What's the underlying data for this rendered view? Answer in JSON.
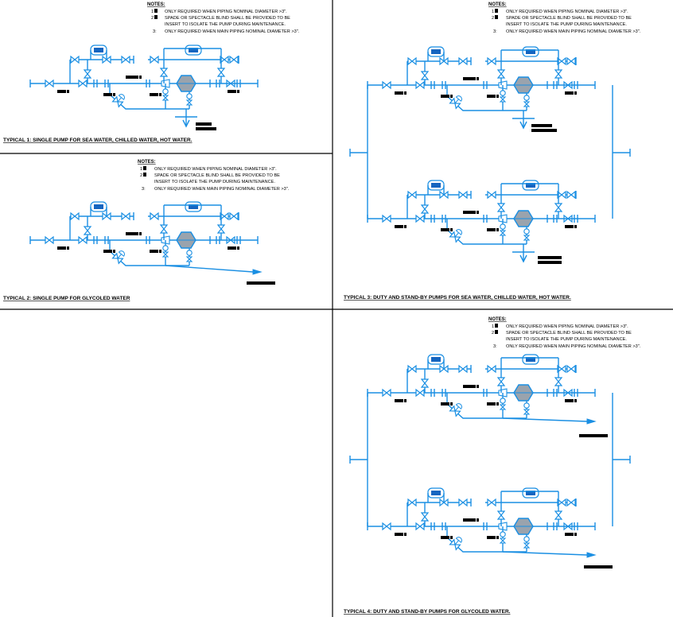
{
  "notes": {
    "heading": "NOTES:",
    "n1_num": "1",
    "n1": "ONLY REQUIRED WHEN PIPING NOMINAL DIAMETER >3\".",
    "n2_num": "2",
    "n2a": "SPADE OR SPECTACLE BLIND SHALL BE PROVIDED TO BE",
    "n2b": "INSERT TO ISOLATE THE PUMP DURING MAINTENANCE.",
    "n3_num": "3:",
    "n3": "ONLY REQUIRED WHEN MAIN PIPING NOMINAL DIAMETER >3\"."
  },
  "captions": {
    "typical1": "TYPICAL 1: SINGLE PUMP FOR SEA WATER, CHILLED WATER, HOT WATER.",
    "typical2": "TYPICAL 2: SINGLE PUMP FOR GLYCOLED WATER",
    "typical3": "TYPICAL 3: DUTY AND STAND-BY PUMPS FOR SEA WATER, CHILLED WATER, HOT WATER.",
    "typical4": "TYPICAL 4: DUTY AND STAND-BY PUMPS FOR GLYCOLED WATER."
  },
  "colors": {
    "pipe": "#1a8fe3",
    "instrument": "#1565c0",
    "pump": "#9aa3ad",
    "frame": "#000000"
  }
}
